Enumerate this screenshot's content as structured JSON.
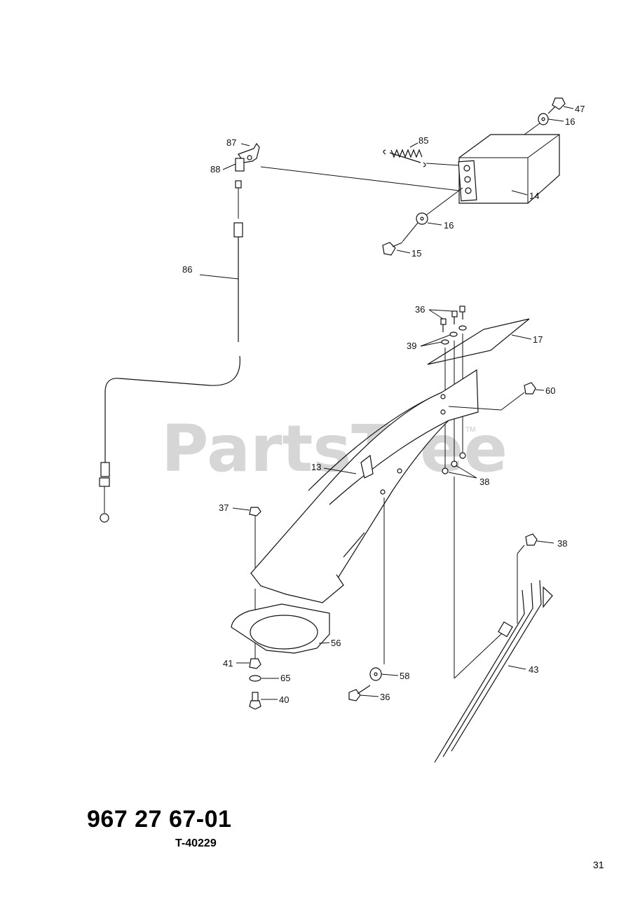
{
  "watermark": {
    "text": "PartsTree",
    "trademark": "TM"
  },
  "labels": {
    "l47": "47",
    "l16a": "16",
    "l85": "85",
    "l87": "87",
    "l88": "88",
    "l14": "14",
    "l16b": "16",
    "l15": "15",
    "l86": "86",
    "l36a": "36",
    "l39": "39",
    "l17": "17",
    "l60": "60",
    "l13": "13",
    "l38a": "38",
    "l37": "37",
    "l38b": "38",
    "l56": "56",
    "l43": "43",
    "l41": "41",
    "l65": "65",
    "l58": "58",
    "l36b": "36",
    "l40": "40"
  },
  "footer": {
    "part_number": "967 27 67-01",
    "drawing_code": "T-40229",
    "page_number": "31"
  }
}
